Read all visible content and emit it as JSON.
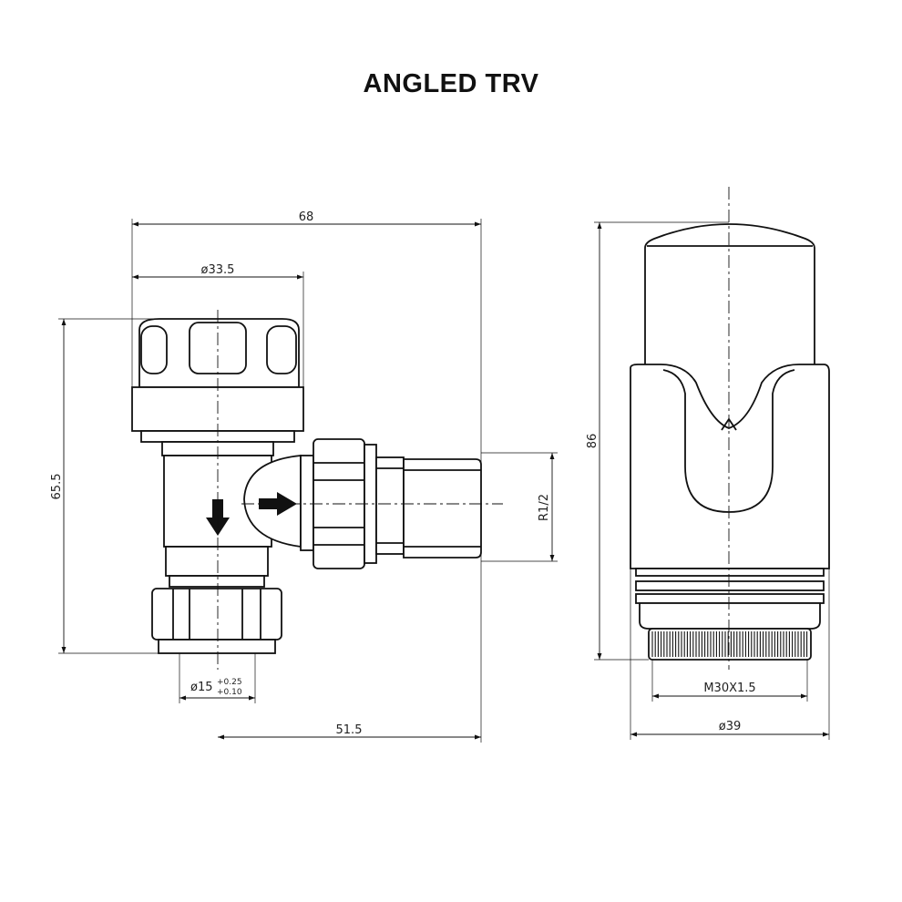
{
  "title": "ANGLED TRV",
  "dimensions": {
    "overall_width": "68",
    "cap_diameter": "ø33.5",
    "height_left": "65.5",
    "thread": "R1/2",
    "pipe_diameter": "ø15",
    "pipe_tol_upper": "+0.25",
    "pipe_tol_lower": "+0.10",
    "offset": "51.5",
    "head_height": "86",
    "head_thread": "M30X1.5",
    "head_diameter": "ø39"
  },
  "colors": {
    "line": "#111111",
    "background": "#ffffff"
  }
}
